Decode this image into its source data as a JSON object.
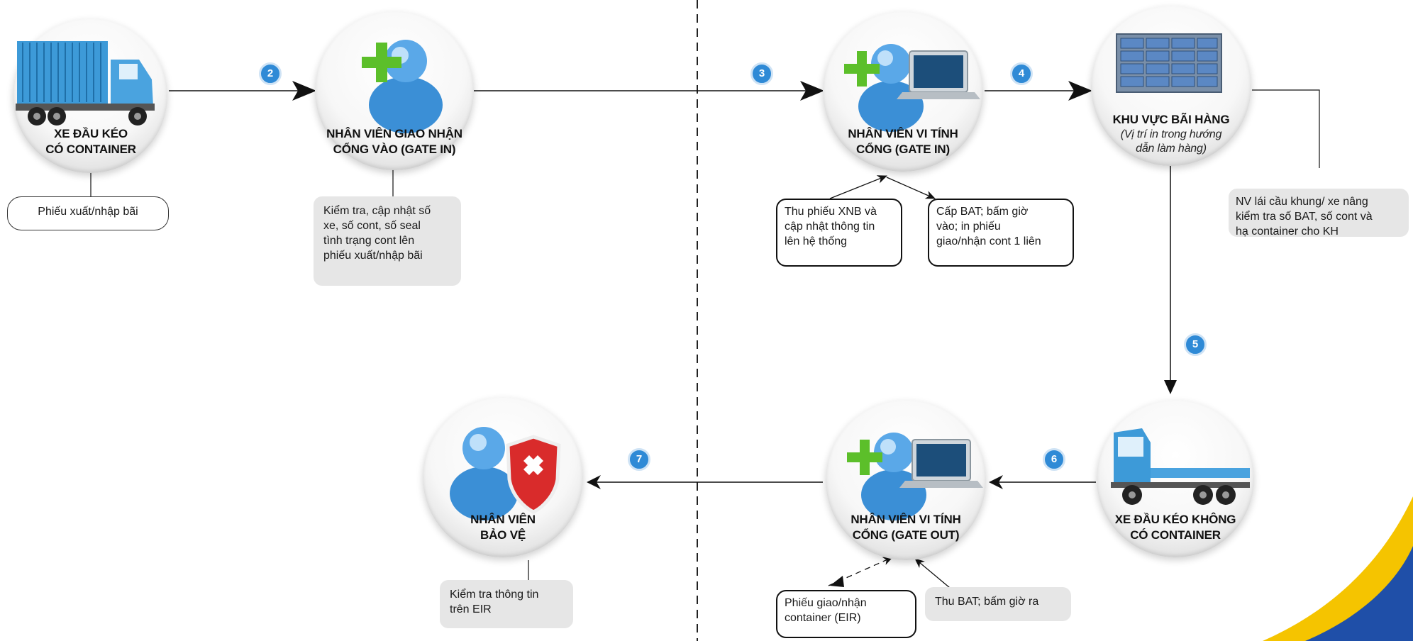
{
  "nodes": {
    "truck_in": {
      "line1": "XE ĐẦU KÉO",
      "line2": "CÓ CONTAINER"
    },
    "gate_in_clerk": {
      "line1": "NHÂN VIÊN GIAO NHẬN",
      "line2": "CỔNG VÀO (GATE IN)"
    },
    "gate_in_computer": {
      "line1": "NHÂN VIÊN VI TÍNH",
      "line2": "CỔNG (GATE IN)"
    },
    "yard": {
      "line1": "KHU VỰC BÃI HÀNG",
      "sub1": "(Vị trí in trong hướng",
      "sub2": "dẫn làm hàng)"
    },
    "truck_out": {
      "line1": "XE ĐẦU KÉO KHÔNG",
      "line2": "CÓ CONTAINER"
    },
    "gate_out_computer": {
      "line1": "NHÂN VIÊN VI TÍNH",
      "line2": "CỔNG (GATE OUT)"
    },
    "security": {
      "line1": "NHÂN VIÊN",
      "line2": "BẢO VỆ"
    }
  },
  "notes": {
    "phieu": "Phiếu xuất/nhập bãi",
    "kiem_tra_line1": "Kiểm tra, cập nhật số",
    "kiem_tra_line2": "xe, số cont, số seal",
    "kiem_tra_line3": "tình trạng cont lên",
    "kiem_tra_line4": "phiếu xuất/nhập bãi",
    "thu_xnb_line1": "Thu phiếu XNB và",
    "thu_xnb_line2": "cập nhật thông tin",
    "thu_xnb_line3": "lên hệ thống",
    "cap_bat_line1": "Cấp BAT;  bấm giờ",
    "cap_bat_line2": "vào;  in phiếu",
    "cap_bat_line3": "giao/nhận cont 1 liên",
    "nv_lai_line1": "NV lái cầu khung/ xe nâng",
    "nv_lai_line2": "kiểm tra số BAT, số cont và",
    "nv_lai_line3": "hạ container cho KH",
    "thu_bat": "Thu BAT; bấm giờ ra",
    "eir_line1": "Phiếu giao/nhận",
    "eir_line2": "container (EIR)",
    "kiem_tra_eir_line1": "Kiểm tra thông tin",
    "kiem_tra_eir_line2": "trên EIR"
  },
  "badges": {
    "b2": "2",
    "b3": "3",
    "b4": "4",
    "b5": "5",
    "b6": "6",
    "b7": "7"
  },
  "icons": {
    "truck_in": "container-truck-icon",
    "gate_in_clerk": "user-plus-icon",
    "gate_in_computer": "user-laptop-icon",
    "yard": "container-yard-icon",
    "truck_out": "empty-truck-icon",
    "gate_out_computer": "user-laptop-icon",
    "security": "user-shield-icon"
  },
  "colors": {
    "badge": "#2f8ad6",
    "accent_yellow": "#f5c400",
    "accent_blue": "#1f4fa8",
    "note_gray": "#e6e6e6"
  }
}
